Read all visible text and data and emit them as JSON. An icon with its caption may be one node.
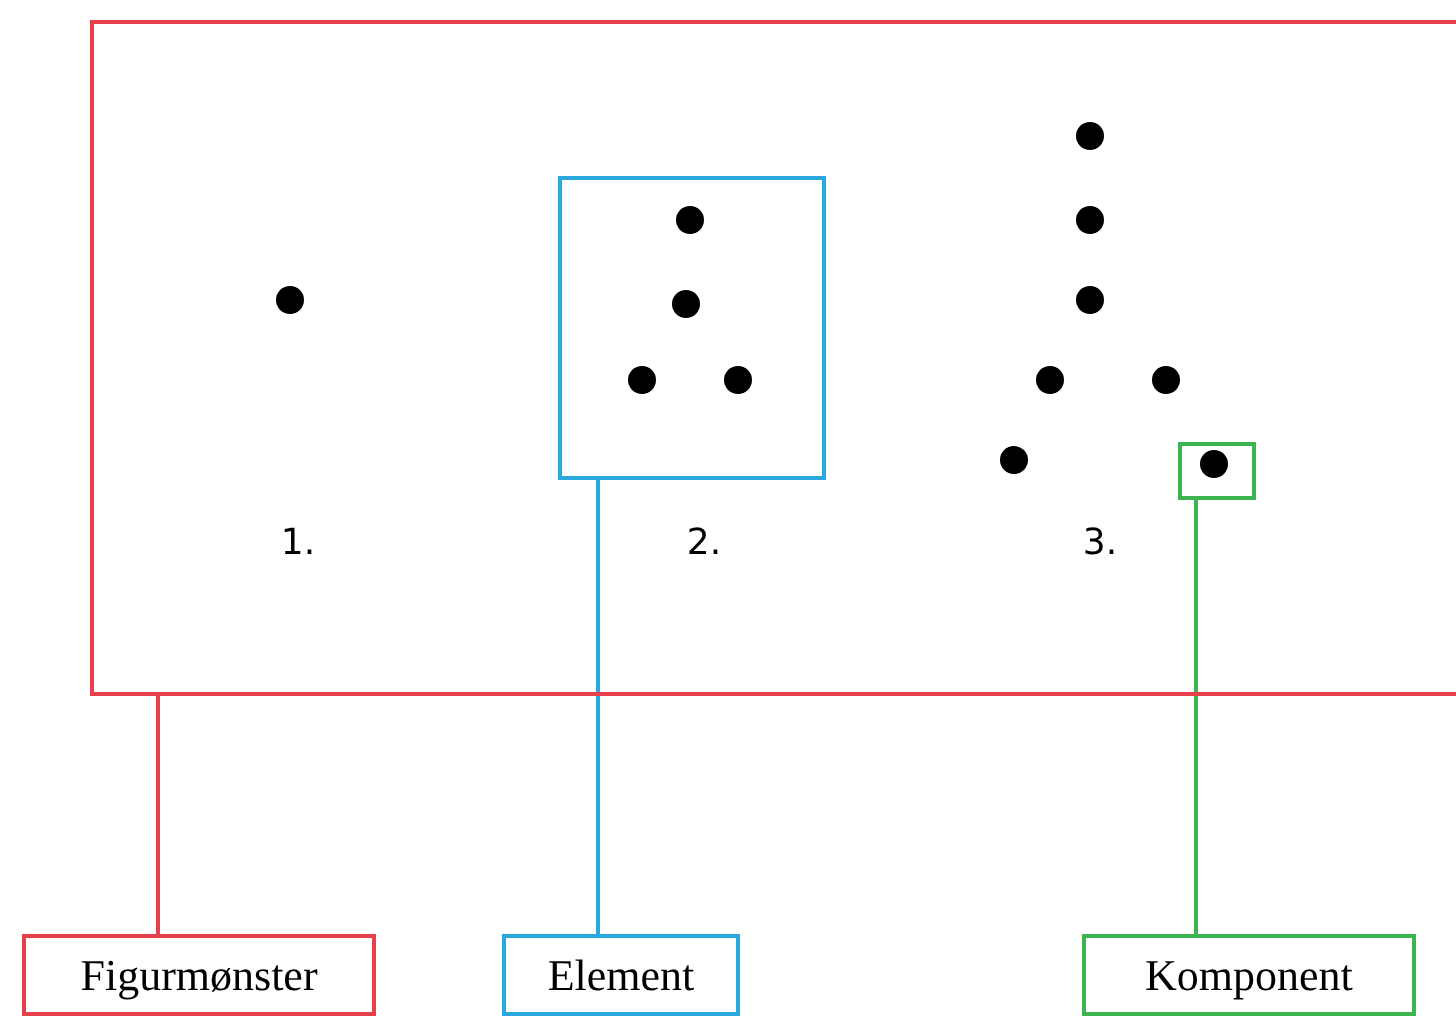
{
  "diagram": {
    "nodes": [
      {
        "text": [],
        "shape": "box"
      },
      {
        "text": [],
        "shape": "box",
        "in": 0
      },
      {
        "text": [],
        "shape": "box",
        "in": 0
      },
      {
        "text": [
          "Figurmønster"
        ]
      },
      {
        "text": [
          "Element"
        ]
      },
      {
        "text": [
          "Komponent"
        ]
      }
    ],
    "edges": [
      {
        "from": 3,
        "to": 0,
        "arrow": "none",
        "color": "#e8404a"
      },
      {
        "from": 4,
        "to": 1,
        "arrow": "none",
        "color": "#29a8e0"
      },
      {
        "from": 5,
        "to": 2,
        "arrow": "none",
        "color": "#3cb450"
      }
    ],
    "labels": [
      "1.",
      "2.",
      "3."
    ]
  }
}
